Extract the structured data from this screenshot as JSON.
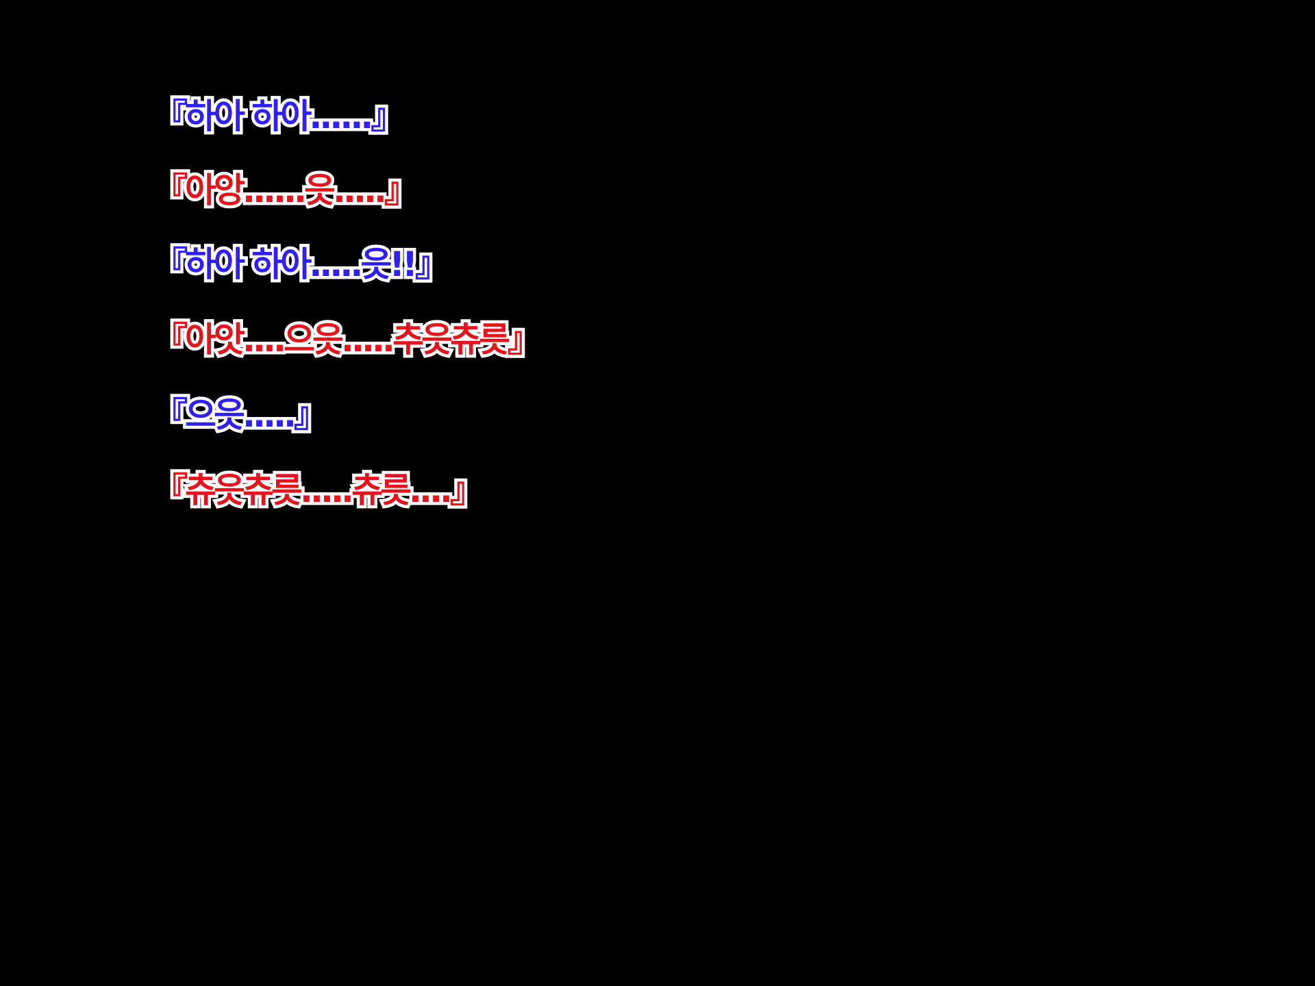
{
  "lines": [
    {
      "text": "『하아 하아......』",
      "speaker_color": "#2f1ff0"
    },
    {
      "text": "『아앙......읏.....』",
      "speaker_color": "#e3141c"
    },
    {
      "text": "『하아 하아.....읏!!』",
      "speaker_color": "#2f1ff0"
    },
    {
      "text": "『아앗....으읏.....추읏츄릇』",
      "speaker_color": "#e3141c"
    },
    {
      "text": "『으읏.....』",
      "speaker_color": "#2f1ff0"
    },
    {
      "text": "『츄읏츄릇.....츄릇....』",
      "speaker_color": "#e3141c"
    }
  ]
}
